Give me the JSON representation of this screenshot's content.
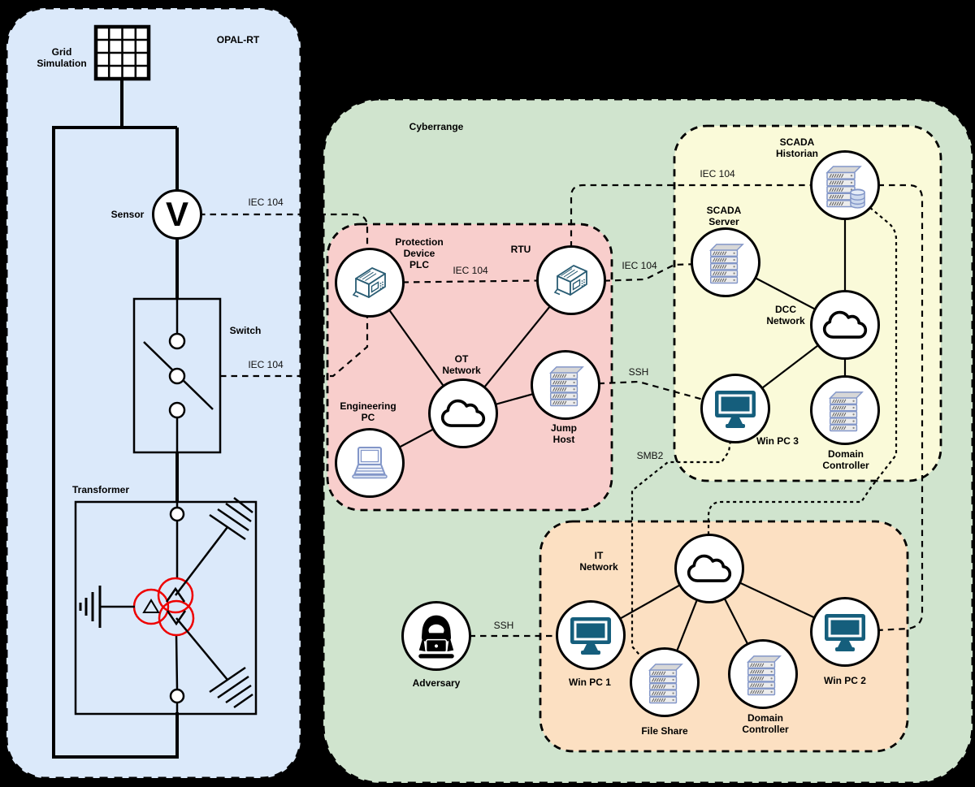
{
  "zones": {
    "opal_rt": {
      "label": "OPAL-RT",
      "fill": "#dbe9fa"
    },
    "cyberrange": {
      "label": "Cyberrange",
      "fill": "#d0e4ce"
    },
    "ot_zone": {
      "fill": "#f8cecc"
    },
    "dcc_zone": {
      "fill": "#fafad9"
    },
    "it_zone": {
      "fill": "#fce0c2"
    }
  },
  "power_elements": {
    "grid_simulation": {
      "lines": [
        "Grid",
        "Simulation"
      ]
    },
    "sensor": {
      "label": "Sensor",
      "symbol": "V"
    },
    "switch": {
      "label": "Switch"
    },
    "transformer": {
      "label": "Transformer"
    }
  },
  "nodes": {
    "plc": {
      "lines": [
        "Protection",
        "Device",
        "PLC"
      ]
    },
    "rtu": {
      "label": "RTU"
    },
    "ot_network": {
      "lines": [
        "OT",
        "Network"
      ]
    },
    "engineering_pc": {
      "lines": [
        "Engineering",
        "PC"
      ]
    },
    "jump_host": {
      "lines": [
        "Jump",
        "Host"
      ]
    },
    "scada_historian": {
      "lines": [
        "SCADA",
        "Historian"
      ]
    },
    "scada_server": {
      "lines": [
        "SCADA",
        "Server"
      ]
    },
    "dcc_network": {
      "lines": [
        "DCC",
        "Network"
      ]
    },
    "win_pc_3": {
      "label": "Win PC 3"
    },
    "dcc_domain_controller": {
      "lines": [
        "Domain",
        "Controller"
      ]
    },
    "it_network": {
      "lines": [
        "IT",
        "Network"
      ]
    },
    "win_pc_1": {
      "label": "Win PC 1"
    },
    "file_share": {
      "label": "File Share"
    },
    "it_domain_controller": {
      "lines": [
        "Domain",
        "Controller"
      ]
    },
    "win_pc_2": {
      "label": "Win PC 2"
    },
    "adversary": {
      "label": "Adversary"
    }
  },
  "connections": {
    "sensor_plc": {
      "label": "IEC 104"
    },
    "switch_plc": {
      "label": "IEC 104"
    },
    "plc_rtu": {
      "label": "IEC 104"
    },
    "rtu_scada_server": {
      "label": "IEC 104"
    },
    "rtu_scada_historian": {
      "label": "IEC 104"
    },
    "jump_host_win_pc_3": {
      "label": "SSH"
    },
    "win_pc_3_file_share": {
      "label": "SMB2"
    },
    "adversary_win_pc_1": {
      "label": "SSH"
    }
  },
  "colors": {
    "monitor_blue": "#155e7c",
    "device_teal": "#2a5d74",
    "server_stroke": "#8296c8",
    "transformer_red": "#ee0000"
  }
}
